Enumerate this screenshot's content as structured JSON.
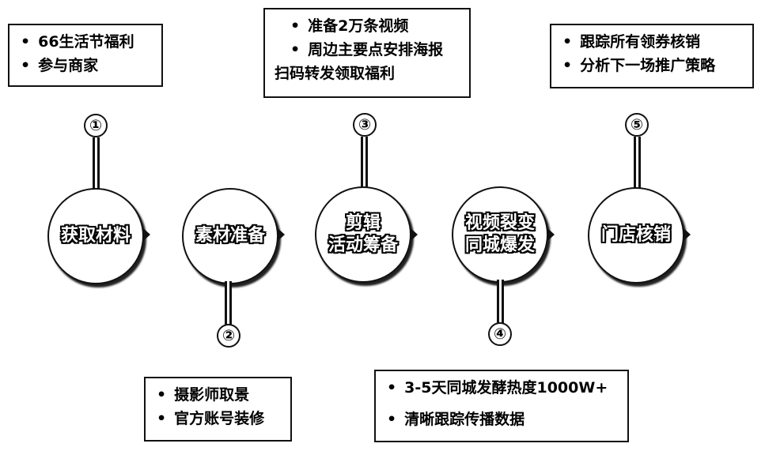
{
  "steps": [
    {
      "number": "①",
      "title": "获取材料",
      "bullets": [
        "66生活节福利",
        "参与商家"
      ]
    },
    {
      "number": "②",
      "title": "素材准备",
      "bullets": [
        "摄影师取景",
        "官方账号装修"
      ]
    },
    {
      "number": "③",
      "title": "剪辑\n活动筹备",
      "bullets": [
        "准备2万条视频",
        "周边主要点安排海报"
      ],
      "continuation": "扫码转发领取福利"
    },
    {
      "number": "④",
      "title": "视频裂变\n同城爆发",
      "bullets": [
        "3-5天同城发酵热度1000W+",
        "清晰跟踪传播数据"
      ]
    },
    {
      "number": "⑤",
      "title": "门店核销",
      "bullets": [
        "跟踪所有领券核销",
        "分析下一场推广策略"
      ]
    }
  ]
}
